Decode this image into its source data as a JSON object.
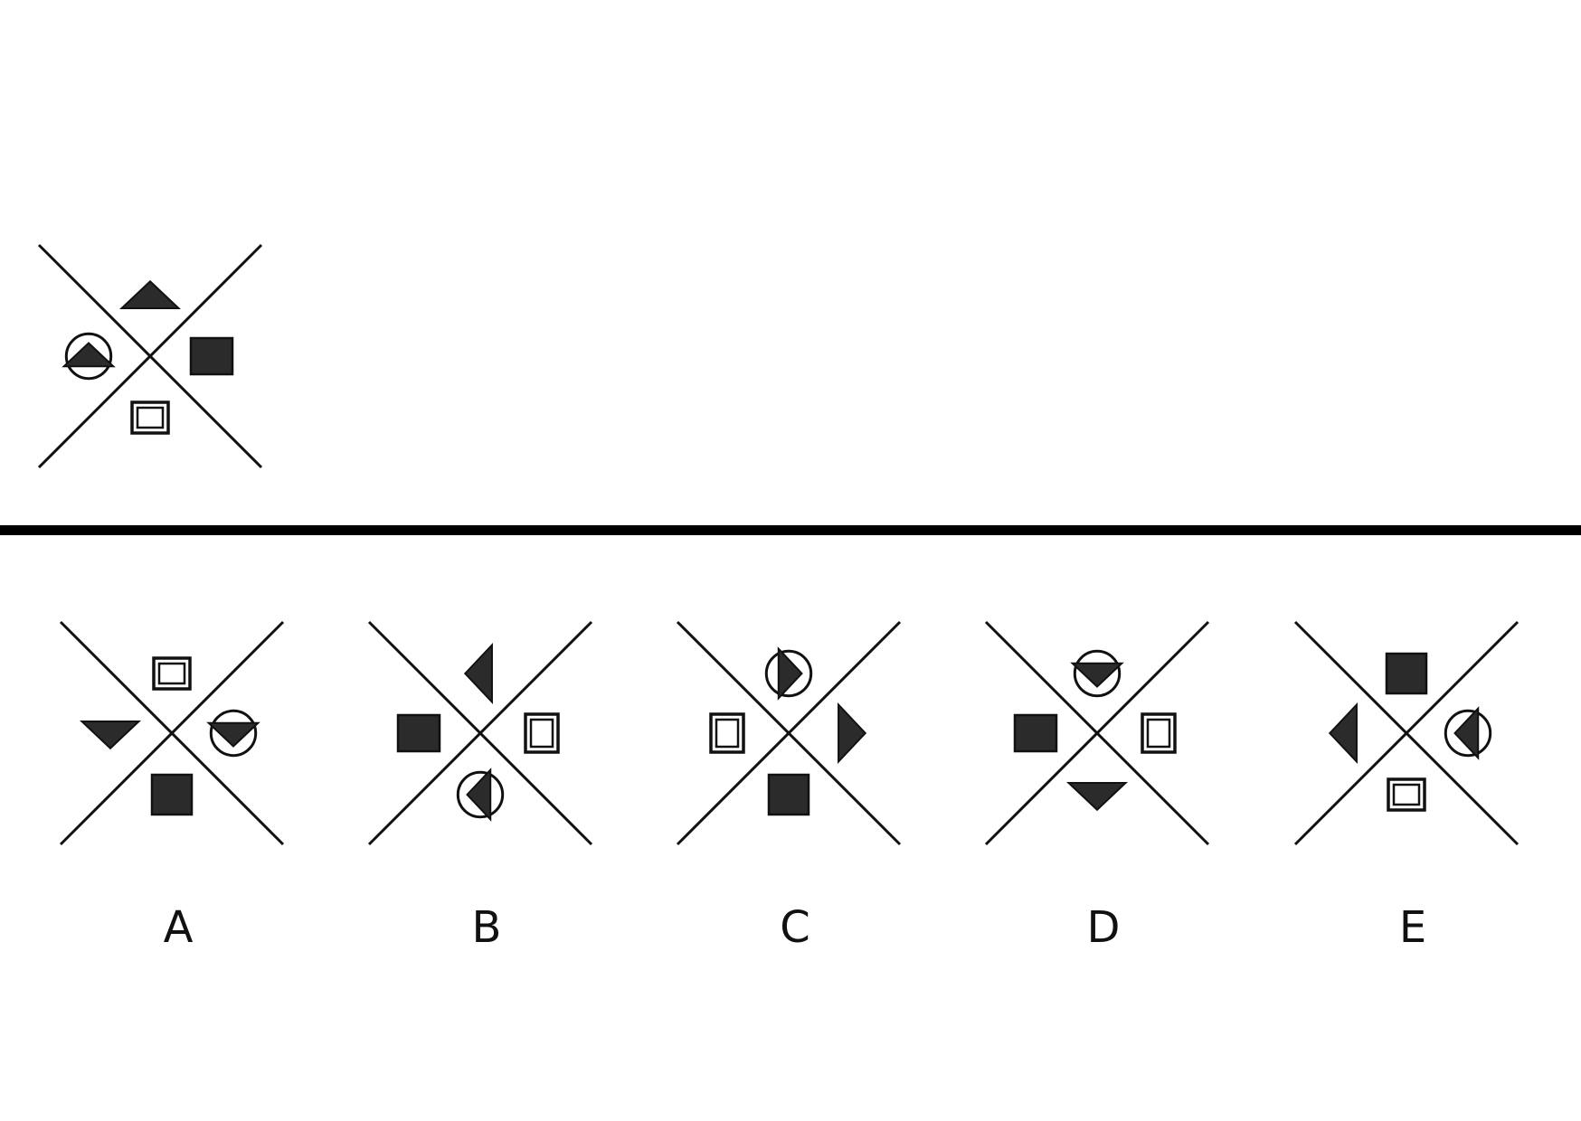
{
  "colors": {
    "background": "#ffffff",
    "line": "#111111",
    "shape_fill": "#2b2b2b",
    "divider": "#000000"
  },
  "question": {
    "figure": {
      "top": {
        "shape": "triangle",
        "orientation": "up",
        "circled": false
      },
      "left": {
        "shape": "triangle",
        "orientation": "up",
        "circled": true
      },
      "right": {
        "shape": "square",
        "style": "filled"
      },
      "bottom": {
        "shape": "square",
        "style": "double-outline"
      }
    }
  },
  "options": [
    {
      "label": "A",
      "figure": {
        "top": {
          "shape": "square",
          "style": "double-outline"
        },
        "left": {
          "shape": "triangle",
          "orientation": "down",
          "circled": false
        },
        "right": {
          "shape": "triangle",
          "orientation": "down",
          "circled": true
        },
        "bottom": {
          "shape": "square",
          "style": "filled"
        }
      }
    },
    {
      "label": "B",
      "figure": {
        "top": {
          "shape": "triangle",
          "orientation": "left",
          "circled": false
        },
        "left": {
          "shape": "square",
          "style": "filled"
        },
        "right": {
          "shape": "square",
          "style": "double-outline"
        },
        "bottom": {
          "shape": "triangle",
          "orientation": "left",
          "circled": true
        }
      }
    },
    {
      "label": "C",
      "figure": {
        "top": {
          "shape": "triangle",
          "orientation": "right",
          "circled": true
        },
        "left": {
          "shape": "square",
          "style": "double-outline"
        },
        "right": {
          "shape": "triangle",
          "orientation": "right",
          "circled": false
        },
        "bottom": {
          "shape": "square",
          "style": "filled"
        }
      }
    },
    {
      "label": "D",
      "figure": {
        "top": {
          "shape": "triangle",
          "orientation": "down",
          "circled": true
        },
        "left": {
          "shape": "square",
          "style": "filled"
        },
        "right": {
          "shape": "square",
          "style": "double-outline"
        },
        "bottom": {
          "shape": "triangle",
          "orientation": "down",
          "circled": false
        }
      }
    },
    {
      "label": "E",
      "figure": {
        "top": {
          "shape": "square",
          "style": "filled"
        },
        "left": {
          "shape": "triangle",
          "orientation": "left",
          "circled": false
        },
        "right": {
          "shape": "triangle",
          "orientation": "left",
          "circled": true
        },
        "bottom": {
          "shape": "square",
          "style": "double-outline"
        }
      }
    }
  ]
}
